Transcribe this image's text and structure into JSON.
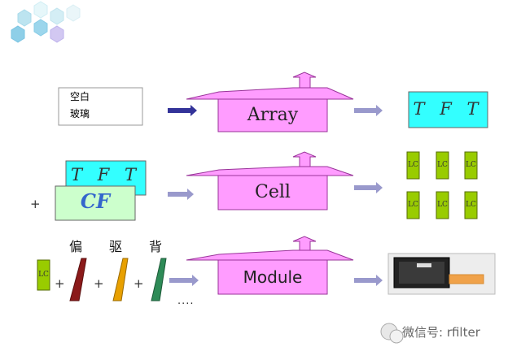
{
  "rows": {
    "array": {
      "input_line1": "空白",
      "input_line2": "玻璃",
      "process": "Array",
      "output": "T F T"
    },
    "cell": {
      "tft": "T F T",
      "cf": "CF",
      "plus": "+",
      "process": "Cell",
      "output_tile": "LC"
    },
    "module": {
      "lc": "LC",
      "plus": "+",
      "char1": "偏",
      "char2": "驱",
      "char3": "背",
      "ellipsis": "....",
      "process": "Module"
    }
  },
  "watermark": "微信号: rfilter",
  "colors": {
    "magenta": "#FF9CFF",
    "cyan": "#33FFFF",
    "light_green": "#CCFFCC",
    "lc_green": "#99CC00",
    "dark_red": "#8B1A1A",
    "orange": "#E8A000",
    "dark_green": "#2E8B57",
    "arrow_navy": "#333399",
    "arrow_lavender": "#9999CC"
  }
}
